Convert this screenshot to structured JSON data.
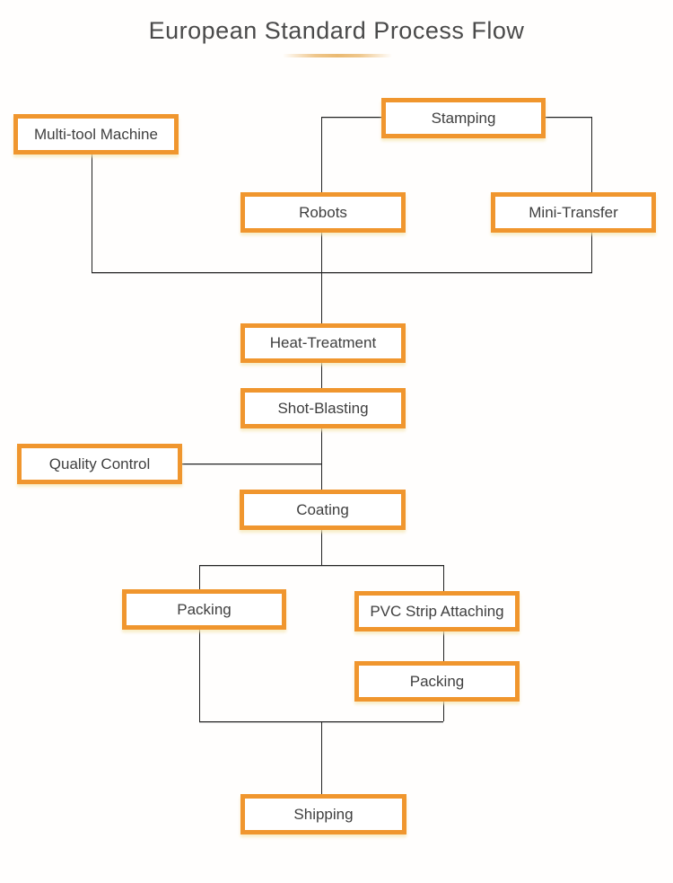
{
  "diagram": {
    "title": "European Standard Process Flow",
    "type": "process-flowchart",
    "colors": {
      "node_border_orange": "#F0962E",
      "node_background": "#FFFFFF",
      "connector_line": "#222222",
      "title_text": "#4A4A4A",
      "node_text": "#3F3F3F",
      "divider_orange": "#E9B66A"
    },
    "nodes": {
      "multi_tool_machine": {
        "label": "Multi-tool Machine"
      },
      "stamping": {
        "label": "Stamping"
      },
      "robots": {
        "label": "Robots"
      },
      "mini_transfer": {
        "label": "Mini-Transfer"
      },
      "heat_treatment": {
        "label": "Heat-Treatment"
      },
      "shot_blasting": {
        "label": "Shot-Blasting"
      },
      "quality_control": {
        "label": "Quality Control"
      },
      "coating": {
        "label": "Coating"
      },
      "packing_left": {
        "label": "Packing"
      },
      "pvc_strip_attaching": {
        "label": "PVC Strip Attaching"
      },
      "packing_right": {
        "label": "Packing"
      },
      "shipping": {
        "label": "Shipping"
      }
    },
    "edges": [
      "Stamping -> Robots",
      "Stamping -> Mini-Transfer",
      "Multi-tool Machine -> Heat-Treatment",
      "Robots -> Heat-Treatment",
      "Mini-Transfer -> Heat-Treatment",
      "Heat-Treatment -> Shot-Blasting",
      "Shot-Blasting -> Coating",
      "Quality Control -> (between Shot-Blasting and Coating)",
      "Coating -> Packing (left branch)",
      "Coating -> PVC Strip Attaching (right branch)",
      "PVC Strip Attaching -> Packing",
      "Packing (left) -> Shipping",
      "Packing (right) -> Shipping"
    ]
  }
}
